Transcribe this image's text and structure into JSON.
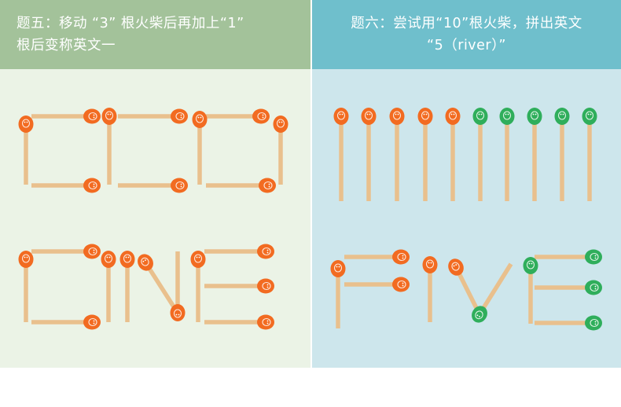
{
  "puzzle5": {
    "title_line1": "题五：移动 “3” 根火柴后再加上“1”",
    "title_line2": "根后变称英文一"
  },
  "puzzle6": {
    "title_line1": "题六：尝试用“10”根火柴，拼出英文",
    "title_line2": "“5（river）”"
  },
  "colors": {
    "left_header": "#a3c29a",
    "right_header": "#6fbfcc",
    "left_background": "#ebf3e6",
    "right_background": "#cde6ec",
    "match_stick": "#e9c08d",
    "match_head_orange": "#f26b21",
    "match_head_green": "#2fae5b"
  },
  "icons": [
    "matchstick-orange-icon",
    "matchstick-green-icon"
  ]
}
